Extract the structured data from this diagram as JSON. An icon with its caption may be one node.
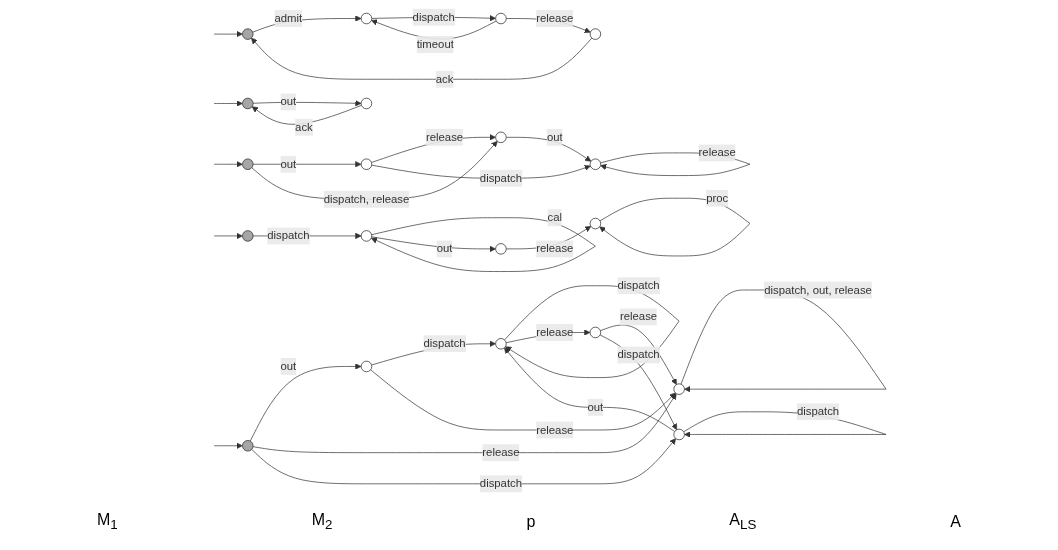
{
  "diagram": {
    "nodes": [
      {
        "text": [],
        "shape": "circle"
      },
      {
        "text": [],
        "shape": "circle"
      },
      {
        "text": [],
        "shape": "circle"
      },
      {
        "text": [],
        "shape": "circle"
      },
      {
        "text": [],
        "shape": "circle"
      },
      {
        "text": [],
        "shape": "circle"
      },
      {
        "text": [],
        "shape": "circle"
      },
      {
        "text": [],
        "shape": "circle"
      },
      {
        "text": [],
        "shape": "circle"
      },
      {
        "text": [],
        "shape": "circle"
      },
      {
        "text": [],
        "shape": "circle"
      },
      {
        "text": [],
        "shape": "circle"
      },
      {
        "text": [],
        "shape": "circle"
      },
      {
        "text": [],
        "shape": "circle"
      },
      {
        "text": [],
        "shape": "circle"
      },
      {
        "text": [],
        "shape": "circle"
      },
      {
        "text": [],
        "shape": "circle"
      },
      {
        "text": [],
        "shape": "circle"
      },
      {
        "text": [],
        "shape": "circle"
      },
      {
        "text": [],
        "shape": "circle"
      }
    ],
    "edges": [
      {
        "from": null,
        "to": 0,
        "arrow": "to"
      },
      {
        "from": 0,
        "to": 1,
        "label": "admit",
        "arrow": "to"
      },
      {
        "from": 1,
        "to": 2,
        "label": "dispatch",
        "arrow": "to"
      },
      {
        "from": 2,
        "to": 3,
        "label": "release",
        "arrow": "to"
      },
      {
        "from": 2,
        "to": 1,
        "label": "timeout",
        "arrow": "to"
      },
      {
        "from": 3,
        "to": 0,
        "label": "ack",
        "arrow": "to"
      },
      {
        "from": null,
        "to": 4,
        "arrow": "to"
      },
      {
        "from": 4,
        "to": 5,
        "label": "dispatch",
        "arrow": "to"
      },
      {
        "from": 5,
        "to": 5,
        "label": "cal",
        "arrow": "to"
      },
      {
        "from": 5,
        "to": 6,
        "label": "out",
        "arrow": "to"
      },
      {
        "from": 6,
        "to": 7,
        "label": "release",
        "arrow": "to"
      },
      {
        "from": 7,
        "to": 7,
        "label": "proc",
        "arrow": "to"
      },
      {
        "from": null,
        "to": 8,
        "arrow": "to"
      },
      {
        "from": 8,
        "to": 9,
        "label": "out",
        "arrow": "to"
      },
      {
        "from": 9,
        "to": 8,
        "label": "ack",
        "arrow": "to"
      },
      {
        "from": null,
        "to": 10,
        "arrow": "to"
      },
      {
        "from": 10,
        "to": 11,
        "label": "out",
        "arrow": "to"
      },
      {
        "from": 10,
        "to": 12,
        "label": "dispatch, release",
        "arrow": "to"
      },
      {
        "from": 11,
        "to": 12,
        "label": "release",
        "arrow": "to"
      },
      {
        "from": 11,
        "to": 13,
        "label": "dispatch",
        "arrow": "to"
      },
      {
        "from": 12,
        "to": 13,
        "label": "out",
        "arrow": "to"
      },
      {
        "from": 13,
        "to": 13,
        "label": "release",
        "arrow": "to"
      },
      {
        "from": null,
        "to": 14,
        "arrow": "to"
      },
      {
        "from": 14,
        "to": 15,
        "label": "out",
        "arrow": "to"
      },
      {
        "from": 14,
        "to": 16,
        "label": "release",
        "arrow": "to"
      },
      {
        "from": 14,
        "to": 19,
        "label": "dispatch",
        "arrow": "to"
      },
      {
        "from": 15,
        "to": 17,
        "label": "dispatch",
        "arrow": "to"
      },
      {
        "from": 15,
        "to": 16,
        "label": "release",
        "arrow": "to"
      },
      {
        "from": 18,
        "to": 16,
        "label": "release",
        "arrow": "to"
      },
      {
        "from": 16,
        "to": 16,
        "label": "dispatch, out, release",
        "arrow": "to"
      },
      {
        "from": 17,
        "to": 17,
        "label": "dispatch",
        "arrow": "to"
      },
      {
        "from": 17,
        "to": 18,
        "label": "release",
        "arrow": "to"
      },
      {
        "from": 18,
        "to": 19,
        "label": "dispatch",
        "arrow": "to"
      },
      {
        "from": 19,
        "to": 17,
        "label": "out",
        "arrow": "to"
      },
      {
        "from": 19,
        "to": 19,
        "label": "dispatch",
        "arrow": "to"
      }
    ],
    "labels": [
      "M$_{1}$",
      "M$_{2}$",
      "p",
      "A$_{LS}$",
      "A"
    ]
  }
}
